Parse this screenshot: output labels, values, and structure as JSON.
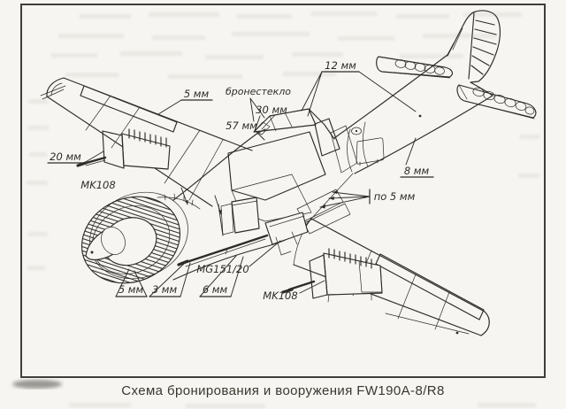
{
  "figure": {
    "caption": "Схема бронирования и вооружения FW190A-8/R8",
    "annotations": {
      "wing_leading_edge": "5 мм",
      "armored_glass": "бронестекло",
      "glass_30": "30 мм",
      "glass_57": "57 мм",
      "head_armor_12": "12 мм",
      "fuselage_8": "8 мм",
      "flaps_each_5": "по 5 мм",
      "gun_pod_front_20": "20 мм",
      "left_wing_gun": "MK108",
      "cowl_ring_5": "5 мм",
      "cowl_side_3": "3 мм",
      "firewall_6": "6 мм",
      "fuselage_gun": "MG151/20",
      "right_wing_gun": "MK108"
    },
    "colors": {
      "ink": "#2e2c29",
      "paper": "#f6f5f1"
    }
  }
}
